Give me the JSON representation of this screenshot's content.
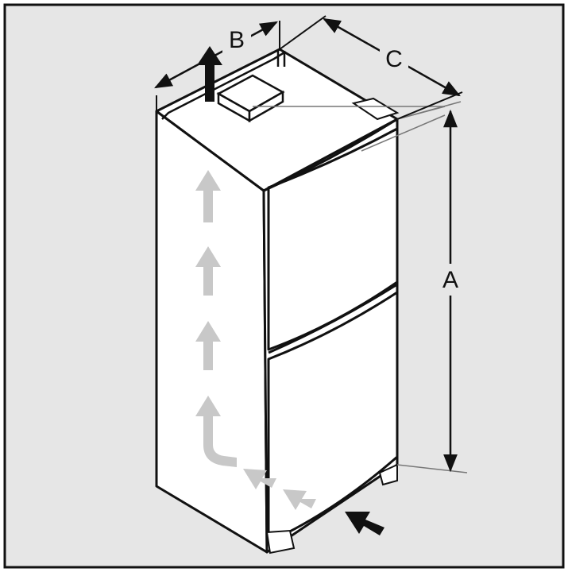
{
  "diagram": {
    "labels": {
      "a": "A",
      "b": "B",
      "c": "C"
    },
    "colors": {
      "background": "#e6e6e6",
      "frame": "#111111",
      "cabinet_fill": "#ffffff",
      "outline": "#111111",
      "thin_line": "#777777",
      "airflow_arrow": "#c8c8c8",
      "air_intake_arrow": "#111111"
    },
    "icons": {
      "air_exhaust": "arrow-up-icon",
      "air_intake": "arrow-left-icon",
      "airflow_path": "arrow-up-icon"
    }
  }
}
